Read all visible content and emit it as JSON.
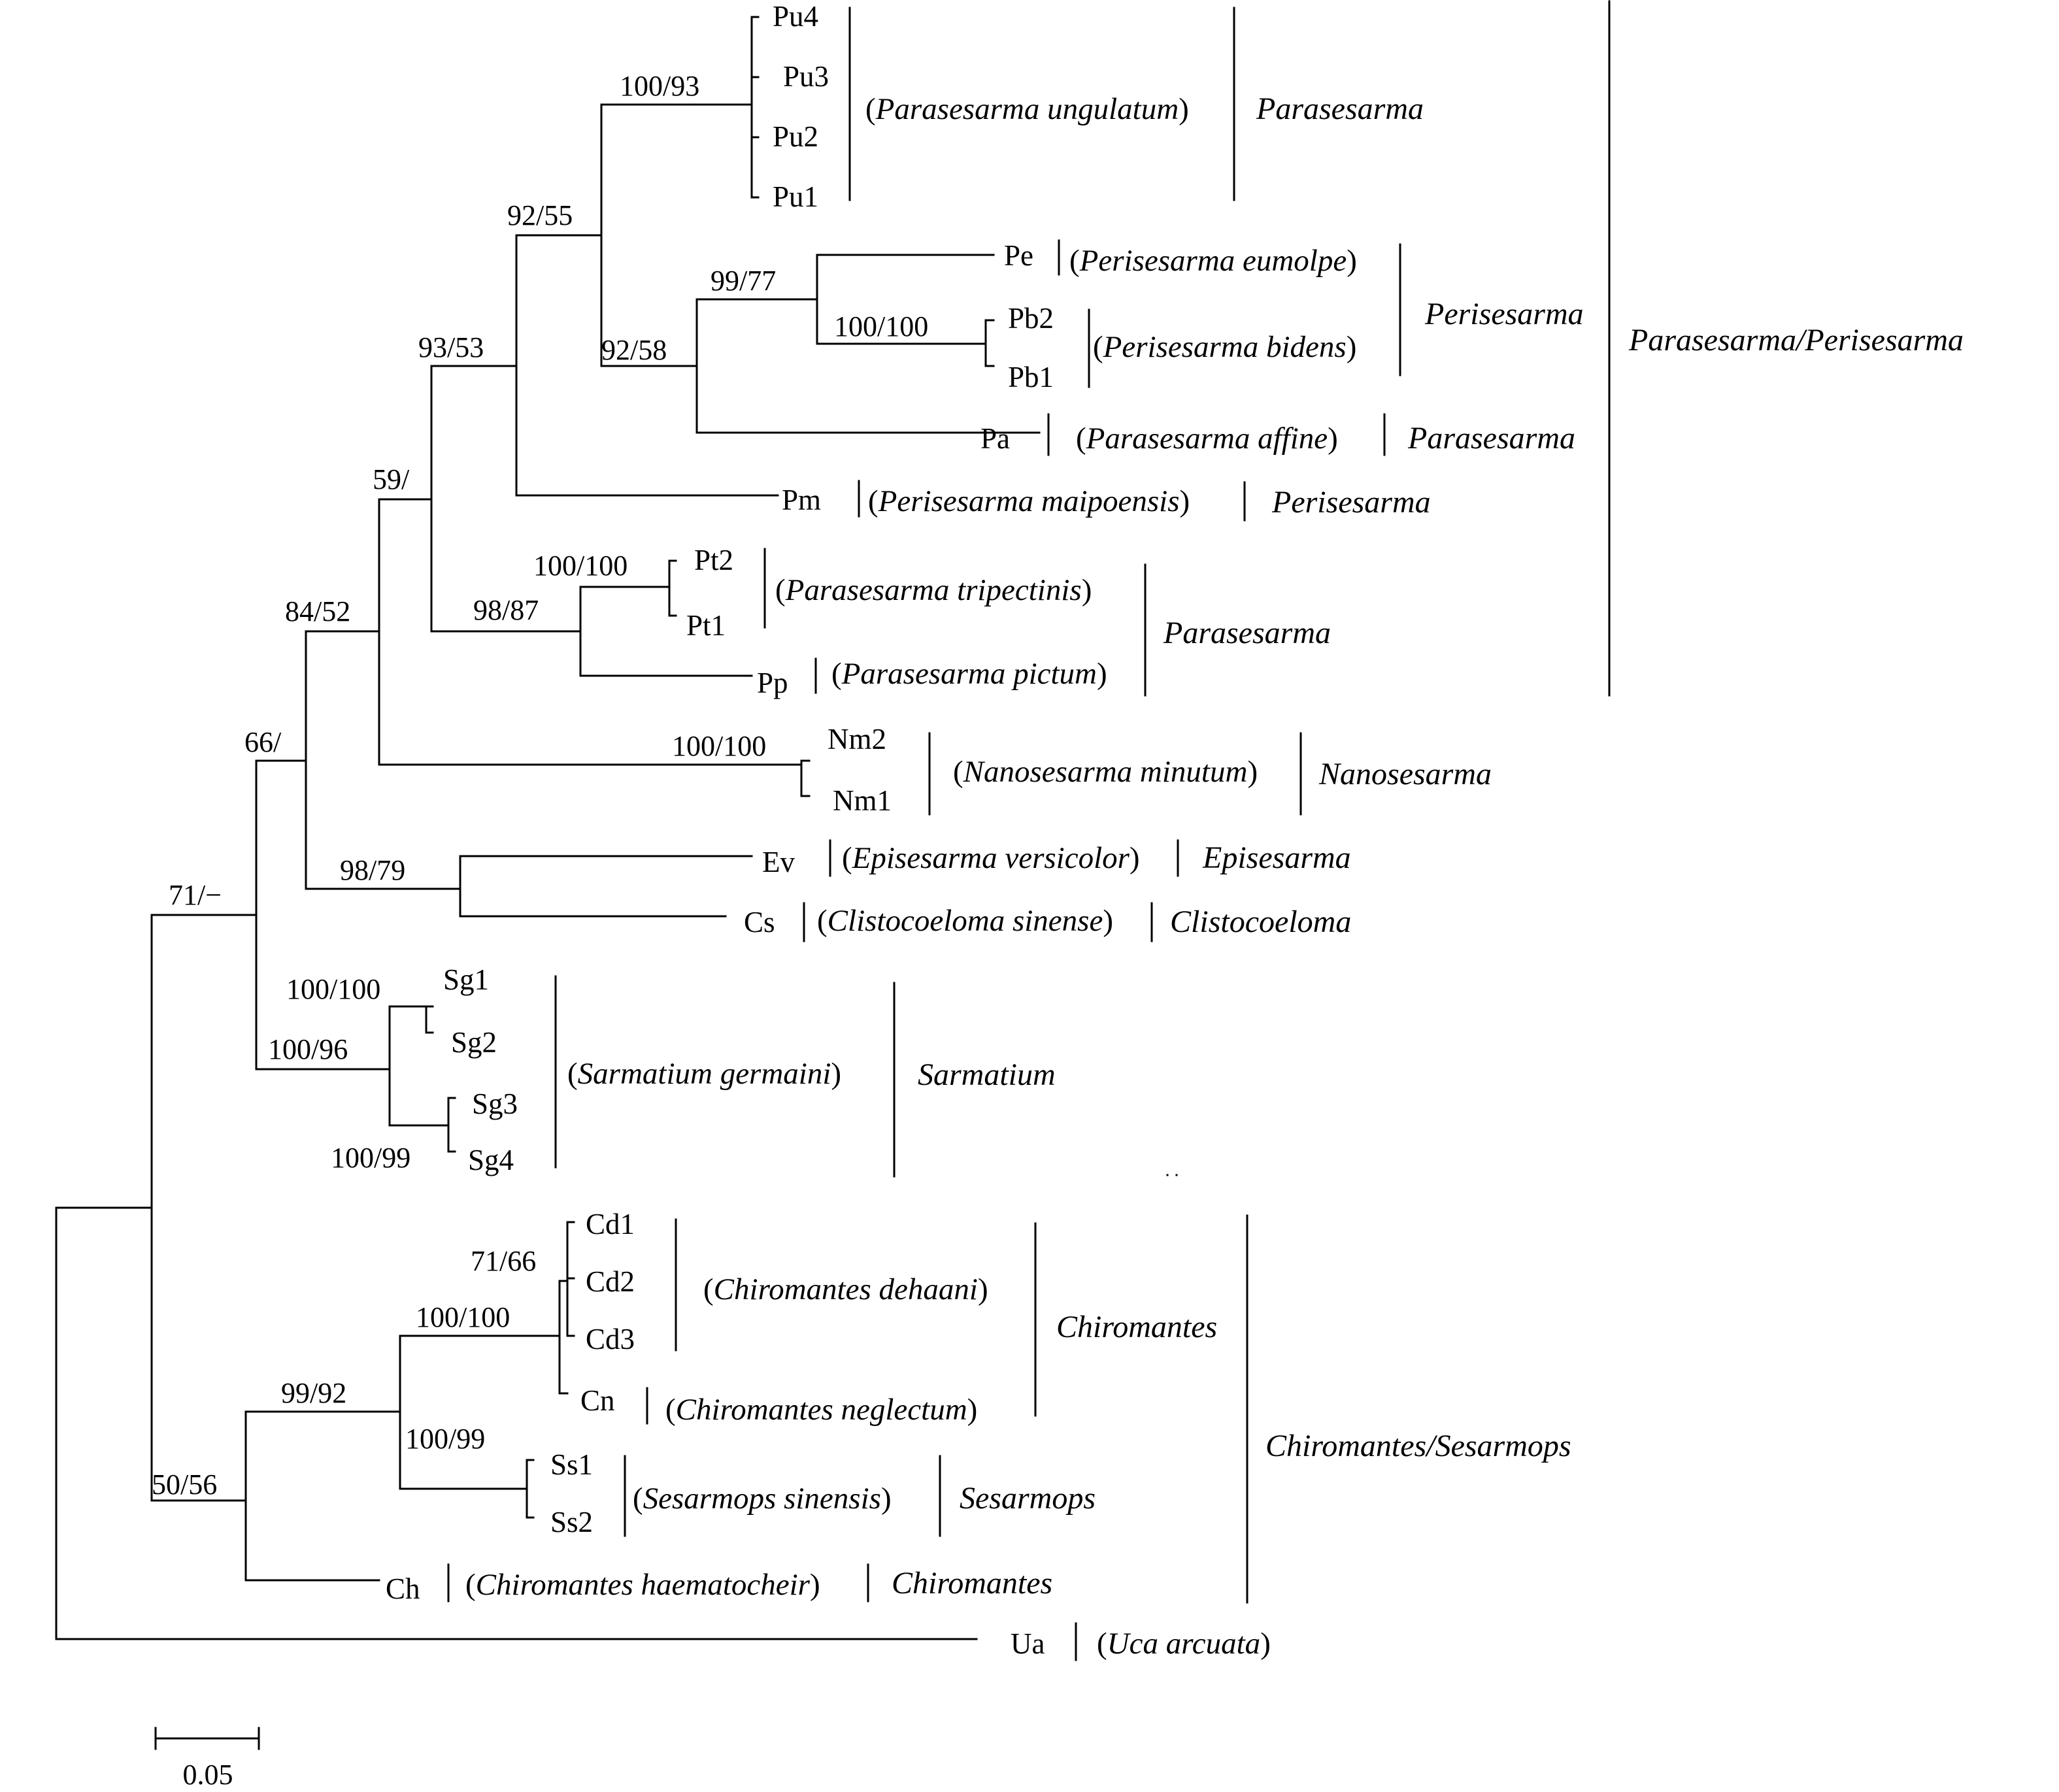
{
  "tree": {
    "taxa": {
      "Pu4": "Pu4",
      "Pu3": "Pu3",
      "Pu2": "Pu2",
      "Pu1": "Pu1",
      "Pe": "Pe",
      "Pb2": "Pb2",
      "Pb1": "Pb1",
      "Pa": "Pa",
      "Pm": "Pm",
      "Pt2": "Pt2",
      "Pt1": "Pt1",
      "Pp": "Pp",
      "Nm2": "Nm2",
      "Nm1": "Nm1",
      "Ev": "Ev",
      "Cs": "Cs",
      "Sg1": "Sg1",
      "Sg2": "Sg2",
      "Sg3": "Sg3",
      "Sg4": "Sg4",
      "Cd1": "Cd1",
      "Cd2": "Cd2",
      "Cd3": "Cd3",
      "Cn": "Cn",
      "Ss1": "Ss1",
      "Ss2": "Ss2",
      "Ch": "Ch",
      "Ua": "Ua"
    },
    "support": {
      "pu": "100/93",
      "puclade": "92/55",
      "pe_pb": "99/77",
      "pb": "100/100",
      "pe_pa": "92/58",
      "pm": "93/53",
      "p59": "59/",
      "pt": "100/100",
      "pt_pp": "98/87",
      "nm": "100/100",
      "c84": "84/52",
      "c66": "66/",
      "ev_cs": "98/79",
      "c71": "71/−",
      "sg12": "100/100",
      "sg": "100/96",
      "sg34": "100/99",
      "cd": "71/66",
      "cd_cn": "100/100",
      "ch_ss": "99/92",
      "ss": "100/99",
      "c50": "50/56"
    },
    "species": {
      "pung": "Parasesarma ungulatum",
      "peum": "Perisesarma eumolpe",
      "pbid": "Perisesarma bidens",
      "paff": "Parasesarma affine",
      "pmai": "Perisesarma maipoensis",
      "ptri": "Parasesarma tripectinis",
      "ppic": "Parasesarma pictum",
      "nmin": "Nanosesarma minutum",
      "ever": "Episesarma versicolor",
      "csin": "Clistocoeloma sinense",
      "sger": "Sarmatium germaini",
      "cdeh": "Chiromantes dehaani",
      "cneg": "Chiromantes neglectum",
      "ssin": "Sesarmops sinensis",
      "chae": "Chiromantes haematocheir",
      "uarc": "Uca arcuata"
    },
    "genera": {
      "g_para1": "Parasesarma",
      "g_peri1": "Perisesarma",
      "g_para2": "Parasesarma",
      "g_peri2": "Perisesarma",
      "g_para3": "Parasesarma",
      "g_nano": "Nanosesarma",
      "g_epi": "Episesarma",
      "g_clis": "Clistocoeloma",
      "g_sarm": "Sarmatium",
      "g_chir1": "Chiromantes",
      "g_sesa": "Sesarmops",
      "g_chir2": "Chiromantes"
    },
    "clades": {
      "parperi": "Parasesarma/Perisesarma",
      "chises": "Chiromantes/Sesarmops"
    },
    "scale_bar": {
      "label": "0.05"
    }
  }
}
